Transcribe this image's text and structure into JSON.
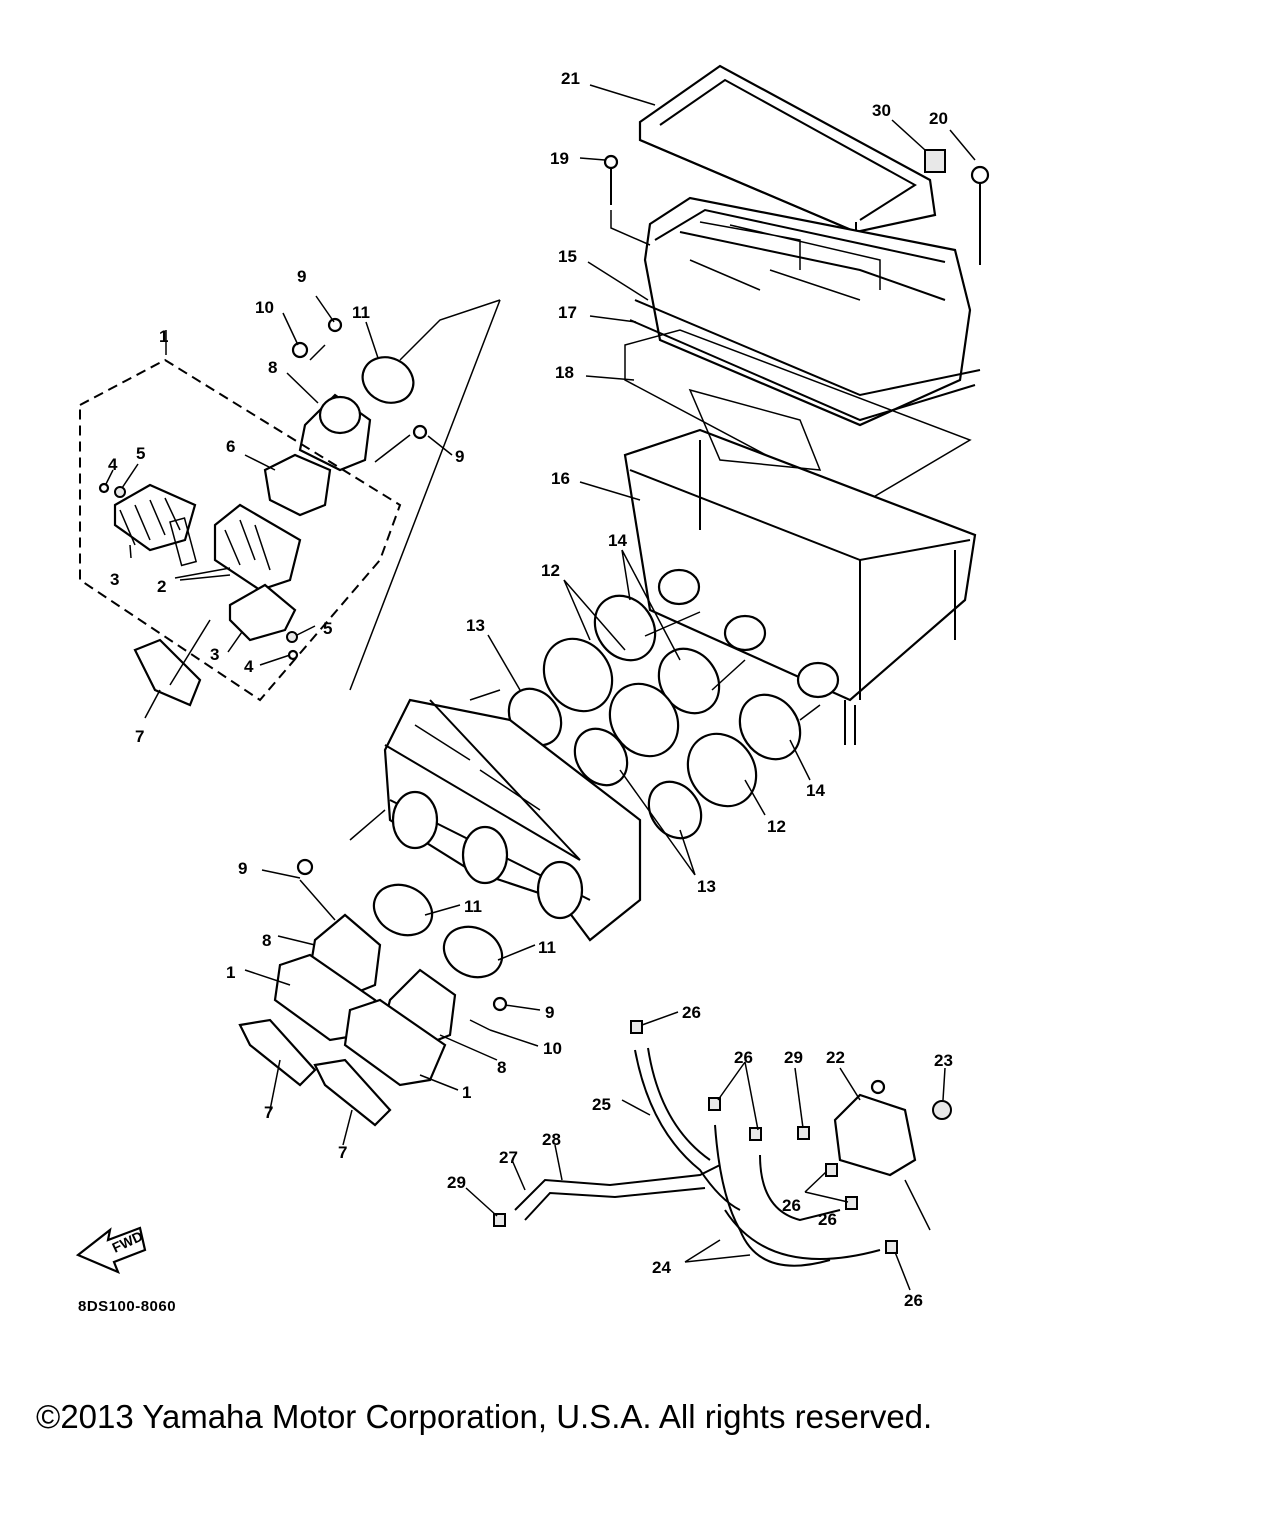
{
  "diagram": {
    "callouts": [
      "1",
      "1",
      "1",
      "2",
      "3",
      "3",
      "4",
      "4",
      "5",
      "5",
      "6",
      "7",
      "7",
      "7",
      "8",
      "8",
      "8",
      "9",
      "9",
      "9",
      "9",
      "10",
      "10",
      "11",
      "11",
      "11",
      "12",
      "12",
      "13",
      "13",
      "14",
      "14",
      "15",
      "16",
      "17",
      "18",
      "19",
      "20",
      "21",
      "22",
      "23",
      "24",
      "25",
      "26",
      "26",
      "26",
      "26",
      "26",
      "27",
      "28",
      "29",
      "29",
      "30"
    ],
    "fwd_label": "FWD",
    "figure_code": "8DS100-8060"
  },
  "footer": {
    "copyright": "©2013 Yamaha Motor Corporation, U.S.A. All rights reserved."
  }
}
